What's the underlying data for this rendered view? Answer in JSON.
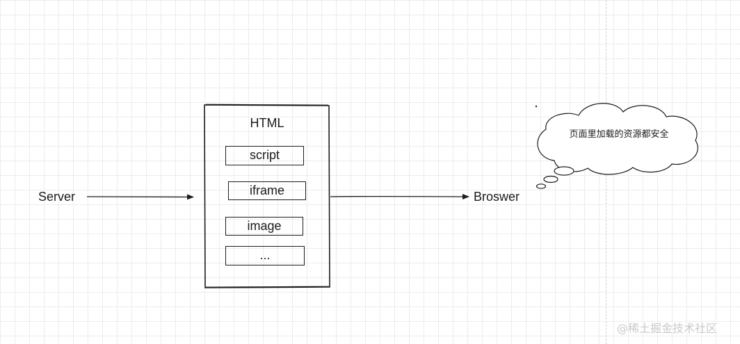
{
  "diagram": {
    "source": "Server",
    "container_title": "HTML",
    "items": [
      "script",
      "iframe",
      "image",
      "..."
    ],
    "target": "Broswer",
    "thought": "页面里加载的资源都安全"
  },
  "watermark": "@稀土掘金技术社区"
}
